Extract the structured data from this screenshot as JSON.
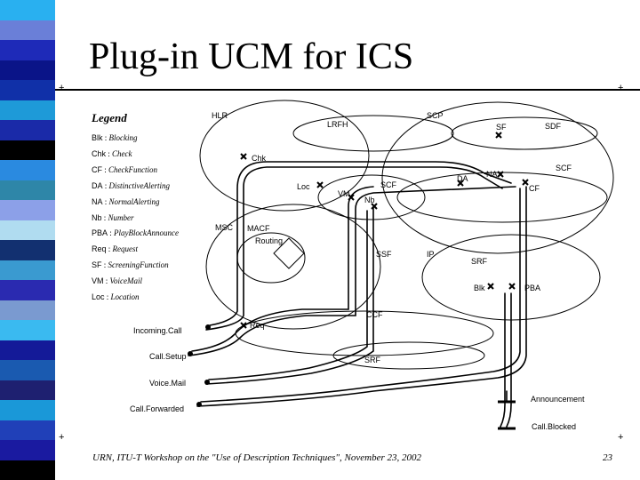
{
  "slide": {
    "title": "Plug-in UCM for ICS",
    "footer": "URN, ITU-T Workshop on the \"Use of Description Techniques\", November 23, 2002",
    "page_number": "23"
  },
  "legend": {
    "title": "Legend",
    "items": [
      {
        "key": "Blk",
        "text": "Blocking"
      },
      {
        "key": "Chk",
        "text": "Check"
      },
      {
        "key": "CF",
        "text": "CheckFunction"
      },
      {
        "key": "DA",
        "text": "DistinctiveAlerting"
      },
      {
        "key": "NA",
        "text": "NormalAlerting"
      },
      {
        "key": "Nb",
        "text": "Number"
      },
      {
        "key": "PBA",
        "text": "PlayBlockAnnounce"
      },
      {
        "key": "Req",
        "text": "Request"
      },
      {
        "key": "SF",
        "text": "ScreeningFunction"
      },
      {
        "key": "VM",
        "text": "VoiceMail"
      },
      {
        "key": "Loc",
        "text": "Location"
      }
    ]
  },
  "diagram": {
    "components": {
      "hlr": "HLR",
      "scp": "SCP",
      "lrfh": "LRFH",
      "sdf": "SDF",
      "scf_top": "SCF",
      "scf_mid": "SCF",
      "msc": "MSC",
      "macf": "MACF",
      "ssf": "SSF",
      "ip": "IP",
      "srf_ip": "SRF",
      "ccf": "CCF",
      "srf_low": "SRF"
    },
    "responsibilities": {
      "chk": "Chk",
      "loc": "Loc",
      "vm": "VM",
      "nb": "Nb",
      "da": "DA",
      "na": "NA",
      "cf": "CF",
      "sf": "SF",
      "blk": "Blk",
      "pba": "PBA",
      "req": "Req",
      "routing": "Routing"
    },
    "start_points": [
      "Incoming.Call",
      "Call.Setup",
      "Voice.Mail",
      "Call.Forwarded"
    ],
    "end_points": [
      "Announcement",
      "Call.Blocked"
    ]
  },
  "colors": {
    "stripe": [
      "#29b0f0",
      "#6a7fd8",
      "#1e2ab8",
      "#0a1488",
      "#1030a8",
      "#1e9ad8",
      "#1a2aa8",
      "#000000",
      "#2a8ae0",
      "#2e86a8",
      "#8ca0e8",
      "#b0dcf0",
      "#123070",
      "#3a9ad0",
      "#2a2ab0",
      "#7a9ad0",
      "#3abaf0",
      "#141a98",
      "#1a5ab0",
      "#1e2070",
      "#1a98d8",
      "#2040b8",
      "#1a1aa0",
      "#000000"
    ]
  }
}
